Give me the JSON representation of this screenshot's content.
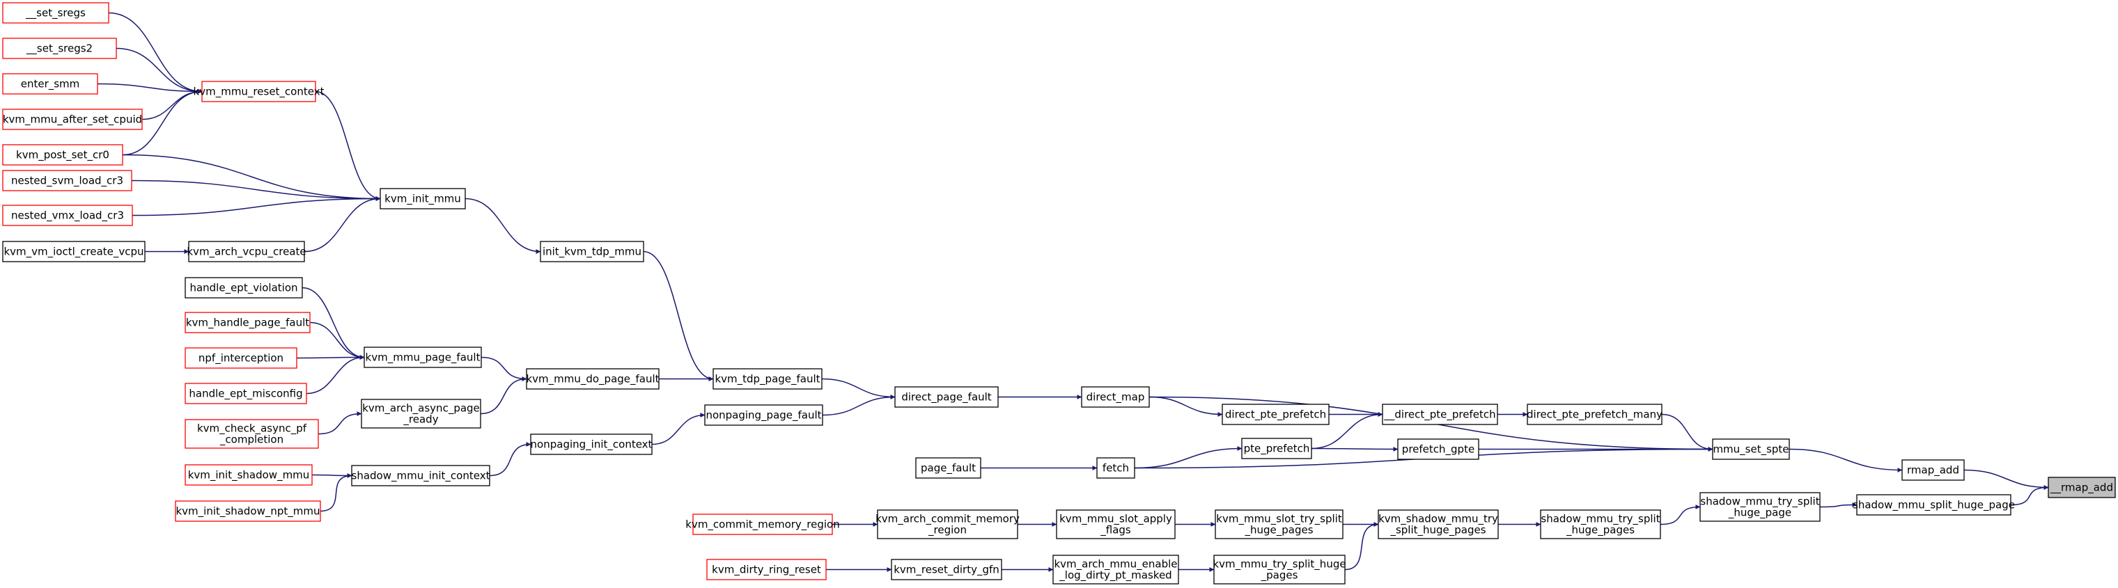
{
  "colors": {
    "edge": "#191970",
    "node_border": "#000000",
    "external_border": "#ff0000",
    "focus_fill": "#bfbfbf",
    "node_fill": "#ffffff"
  },
  "nodes": [
    {
      "id": "n_set_sregs",
      "lines": [
        "__set_sregs"
      ],
      "style": "external"
    },
    {
      "id": "n_set_sregs2",
      "lines": [
        "__set_sregs2"
      ],
      "style": "external"
    },
    {
      "id": "n_enter_smm",
      "lines": [
        "enter_smm"
      ],
      "style": "external"
    },
    {
      "id": "n_kvm_mmu_after_set_cpuid",
      "lines": [
        "kvm_mmu_after_set_cpuid"
      ],
      "style": "external"
    },
    {
      "id": "n_kvm_post_set_cr0",
      "lines": [
        "kvm_post_set_cr0"
      ],
      "style": "external"
    },
    {
      "id": "n_nested_svm_load_cr3",
      "lines": [
        "nested_svm_load_cr3"
      ],
      "style": "external"
    },
    {
      "id": "n_nested_vmx_load_cr3",
      "lines": [
        "nested_vmx_load_cr3"
      ],
      "style": "external"
    },
    {
      "id": "n_kvm_vm_ioctl_create_vcpu",
      "lines": [
        "kvm_vm_ioctl_create_vcpu"
      ],
      "style": "normal"
    },
    {
      "id": "n_handle_ept_violation",
      "lines": [
        "handle_ept_violation"
      ],
      "style": "normal"
    },
    {
      "id": "n_kvm_handle_page_fault",
      "lines": [
        "kvm_handle_page_fault"
      ],
      "style": "external"
    },
    {
      "id": "n_npf_interception",
      "lines": [
        "npf_interception"
      ],
      "style": "external"
    },
    {
      "id": "n_handle_ept_misconfig",
      "lines": [
        "handle_ept_misconfig"
      ],
      "style": "external"
    },
    {
      "id": "n_kvm_check_async_pf_completion",
      "lines": [
        "kvm_check_async_pf",
        "_completion"
      ],
      "style": "external"
    },
    {
      "id": "n_kvm_init_shadow_mmu",
      "lines": [
        "kvm_init_shadow_mmu"
      ],
      "style": "external"
    },
    {
      "id": "n_kvm_init_shadow_npt_mmu",
      "lines": [
        "kvm_init_shadow_npt_mmu"
      ],
      "style": "external"
    },
    {
      "id": "n_kvm_mmu_reset_context",
      "lines": [
        "kvm_mmu_reset_context"
      ],
      "style": "external"
    },
    {
      "id": "n_kvm_init_mmu",
      "lines": [
        "kvm_init_mmu"
      ],
      "style": "normal"
    },
    {
      "id": "n_kvm_arch_vcpu_create",
      "lines": [
        "kvm_arch_vcpu_create"
      ],
      "style": "normal"
    },
    {
      "id": "n_kvm_mmu_page_fault",
      "lines": [
        "kvm_mmu_page_fault"
      ],
      "style": "normal"
    },
    {
      "id": "n_kvm_arch_async_page_ready",
      "lines": [
        "kvm_arch_async_page",
        "_ready"
      ],
      "style": "normal"
    },
    {
      "id": "n_shadow_mmu_init_context",
      "lines": [
        "shadow_mmu_init_context"
      ],
      "style": "normal"
    },
    {
      "id": "n_init_kvm_tdp_mmu",
      "lines": [
        "init_kvm_tdp_mmu"
      ],
      "style": "normal"
    },
    {
      "id": "n_kvm_mmu_do_page_fault",
      "lines": [
        "kvm_mmu_do_page_fault"
      ],
      "style": "normal"
    },
    {
      "id": "n_nonpaging_init_context",
      "lines": [
        "nonpaging_init_context"
      ],
      "style": "normal"
    },
    {
      "id": "n_kvm_tdp_page_fault",
      "lines": [
        "kvm_tdp_page_fault"
      ],
      "style": "normal"
    },
    {
      "id": "n_nonpaging_page_fault",
      "lines": [
        "nonpaging_page_fault"
      ],
      "style": "normal"
    },
    {
      "id": "n_direct_page_fault",
      "lines": [
        "direct_page_fault"
      ],
      "style": "normal"
    },
    {
      "id": "n_direct_map",
      "lines": [
        "direct_map"
      ],
      "style": "normal"
    },
    {
      "id": "n_page_fault",
      "lines": [
        "page_fault"
      ],
      "style": "normal"
    },
    {
      "id": "n_fetch",
      "lines": [
        "fetch"
      ],
      "style": "normal"
    },
    {
      "id": "n_direct_pte_prefetch",
      "lines": [
        "direct_pte_prefetch"
      ],
      "style": "normal"
    },
    {
      "id": "n_pte_prefetch",
      "lines": [
        "pte_prefetch"
      ],
      "style": "normal"
    },
    {
      "id": "n_direct_pte_prefetch2",
      "lines": [
        "__direct_pte_prefetch"
      ],
      "style": "normal"
    },
    {
      "id": "n_prefetch_gpte",
      "lines": [
        "prefetch_gpte"
      ],
      "style": "normal"
    },
    {
      "id": "n_direct_pte_prefetch_many",
      "lines": [
        "direct_pte_prefetch_many"
      ],
      "style": "normal"
    },
    {
      "id": "n_mmu_set_spte",
      "lines": [
        "mmu_set_spte"
      ],
      "style": "normal"
    },
    {
      "id": "n_rmap_add",
      "lines": [
        "rmap_add"
      ],
      "style": "normal"
    },
    {
      "id": "n_rmap_add2",
      "lines": [
        "__rmap_add"
      ],
      "style": "focus"
    },
    {
      "id": "n_kvm_commit_memory_region",
      "lines": [
        "kvm_commit_memory_region"
      ],
      "style": "external"
    },
    {
      "id": "n_kvm_arch_commit_memory_region",
      "lines": [
        "kvm_arch_commit_memory",
        "_region"
      ],
      "style": "normal"
    },
    {
      "id": "n_kvm_mmu_slot_apply_flags",
      "lines": [
        "kvm_mmu_slot_apply",
        "_flags"
      ],
      "style": "normal"
    },
    {
      "id": "n_kvm_mmu_slot_try_split_huge_pages",
      "lines": [
        "kvm_mmu_slot_try_split",
        "_huge_pages"
      ],
      "style": "normal"
    },
    {
      "id": "n_kvm_shadow_mmu_try_split_huge_pages",
      "lines": [
        "kvm_shadow_mmu_try",
        "_split_huge_pages"
      ],
      "style": "normal"
    },
    {
      "id": "n_shadow_mmu_try_split_huge_pages",
      "lines": [
        "shadow_mmu_try_split",
        "_huge_pages"
      ],
      "style": "normal"
    },
    {
      "id": "n_shadow_mmu_try_split_huge_page",
      "lines": [
        "shadow_mmu_try_split",
        "_huge_page"
      ],
      "style": "normal"
    },
    {
      "id": "n_shadow_mmu_split_huge_page",
      "lines": [
        "shadow_mmu_split_huge_page"
      ],
      "style": "normal"
    },
    {
      "id": "n_kvm_dirty_ring_reset",
      "lines": [
        "kvm_dirty_ring_reset"
      ],
      "style": "external"
    },
    {
      "id": "n_kvm_reset_dirty_gfn",
      "lines": [
        "kvm_reset_dirty_gfn"
      ],
      "style": "normal"
    },
    {
      "id": "n_kvm_arch_mmu_enable_log_dirty_pt_masked",
      "lines": [
        "kvm_arch_mmu_enable",
        "_log_dirty_pt_masked"
      ],
      "style": "normal"
    },
    {
      "id": "n_kvm_mmu_try_split_huge_pages",
      "lines": [
        "kvm_mmu_try_split_huge",
        "_pages"
      ],
      "style": "normal"
    }
  ],
  "edges": [
    {
      "from": "n_set_sregs",
      "to": "n_kvm_mmu_reset_context"
    },
    {
      "from": "n_set_sregs2",
      "to": "n_kvm_mmu_reset_context"
    },
    {
      "from": "n_enter_smm",
      "to": "n_kvm_mmu_reset_context"
    },
    {
      "from": "n_kvm_mmu_after_set_cpuid",
      "to": "n_kvm_mmu_reset_context"
    },
    {
      "from": "n_kvm_post_set_cr0",
      "to": "n_kvm_mmu_reset_context"
    },
    {
      "from": "n_kvm_post_set_cr0",
      "to": "n_kvm_init_mmu"
    },
    {
      "from": "n_kvm_mmu_reset_context",
      "to": "n_kvm_init_mmu"
    },
    {
      "from": "n_nested_svm_load_cr3",
      "to": "n_kvm_init_mmu"
    },
    {
      "from": "n_nested_vmx_load_cr3",
      "to": "n_kvm_init_mmu"
    },
    {
      "from": "n_kvm_vm_ioctl_create_vcpu",
      "to": "n_kvm_arch_vcpu_create"
    },
    {
      "from": "n_kvm_arch_vcpu_create",
      "to": "n_kvm_init_mmu"
    },
    {
      "from": "n_kvm_init_mmu",
      "to": "n_init_kvm_tdp_mmu"
    },
    {
      "from": "n_handle_ept_violation",
      "to": "n_kvm_mmu_page_fault"
    },
    {
      "from": "n_kvm_handle_page_fault",
      "to": "n_kvm_mmu_page_fault"
    },
    {
      "from": "n_npf_interception",
      "to": "n_kvm_mmu_page_fault"
    },
    {
      "from": "n_handle_ept_misconfig",
      "to": "n_kvm_mmu_page_fault"
    },
    {
      "from": "n_kvm_mmu_page_fault",
      "to": "n_kvm_mmu_do_page_fault"
    },
    {
      "from": "n_kvm_check_async_pf_completion",
      "to": "n_kvm_arch_async_page_ready"
    },
    {
      "from": "n_kvm_arch_async_page_ready",
      "to": "n_kvm_mmu_do_page_fault"
    },
    {
      "from": "n_kvm_init_shadow_mmu",
      "to": "n_shadow_mmu_init_context"
    },
    {
      "from": "n_kvm_init_shadow_npt_mmu",
      "to": "n_shadow_mmu_init_context"
    },
    {
      "from": "n_shadow_mmu_init_context",
      "to": "n_nonpaging_init_context"
    },
    {
      "from": "n_init_kvm_tdp_mmu",
      "to": "n_kvm_tdp_page_fault"
    },
    {
      "from": "n_kvm_mmu_do_page_fault",
      "to": "n_kvm_tdp_page_fault"
    },
    {
      "from": "n_nonpaging_init_context",
      "to": "n_nonpaging_page_fault"
    },
    {
      "from": "n_kvm_tdp_page_fault",
      "to": "n_direct_page_fault"
    },
    {
      "from": "n_nonpaging_page_fault",
      "to": "n_direct_page_fault"
    },
    {
      "from": "n_direct_page_fault",
      "to": "n_direct_map"
    },
    {
      "from": "n_direct_map",
      "to": "n_direct_pte_prefetch"
    },
    {
      "from": "n_direct_map",
      "to": "n_mmu_set_spte"
    },
    {
      "from": "n_direct_pte_prefetch",
      "to": "n_direct_pte_prefetch2"
    },
    {
      "from": "n_page_fault",
      "to": "n_fetch"
    },
    {
      "from": "n_fetch",
      "to": "n_pte_prefetch"
    },
    {
      "from": "n_fetch",
      "to": "n_mmu_set_spte"
    },
    {
      "from": "n_pte_prefetch",
      "to": "n_direct_pte_prefetch2"
    },
    {
      "from": "n_pte_prefetch",
      "to": "n_prefetch_gpte"
    },
    {
      "from": "n_direct_pte_prefetch2",
      "to": "n_direct_pte_prefetch_many"
    },
    {
      "from": "n_direct_pte_prefetch_many",
      "to": "n_mmu_set_spte"
    },
    {
      "from": "n_prefetch_gpte",
      "to": "n_mmu_set_spte"
    },
    {
      "from": "n_mmu_set_spte",
      "to": "n_rmap_add"
    },
    {
      "from": "n_rmap_add",
      "to": "n_rmap_add2"
    },
    {
      "from": "n_shadow_mmu_split_huge_page",
      "to": "n_rmap_add2"
    },
    {
      "from": "n_shadow_mmu_try_split_huge_page",
      "to": "n_shadow_mmu_split_huge_page"
    },
    {
      "from": "n_shadow_mmu_try_split_huge_pages",
      "to": "n_shadow_mmu_try_split_huge_page"
    },
    {
      "from": "n_kvm_shadow_mmu_try_split_huge_pages",
      "to": "n_shadow_mmu_try_split_huge_pages"
    },
    {
      "from": "n_kvm_mmu_slot_try_split_huge_pages",
      "to": "n_kvm_shadow_mmu_try_split_huge_pages"
    },
    {
      "from": "n_kvm_mmu_try_split_huge_pages",
      "to": "n_kvm_shadow_mmu_try_split_huge_pages"
    },
    {
      "from": "n_kvm_mmu_slot_apply_flags",
      "to": "n_kvm_mmu_slot_try_split_huge_pages"
    },
    {
      "from": "n_kvm_arch_commit_memory_region",
      "to": "n_kvm_mmu_slot_apply_flags"
    },
    {
      "from": "n_kvm_commit_memory_region",
      "to": "n_kvm_arch_commit_memory_region"
    },
    {
      "from": "n_kvm_arch_mmu_enable_log_dirty_pt_masked",
      "to": "n_kvm_mmu_try_split_huge_pages"
    },
    {
      "from": "n_kvm_reset_dirty_gfn",
      "to": "n_kvm_arch_mmu_enable_log_dirty_pt_masked"
    },
    {
      "from": "n_kvm_dirty_ring_reset",
      "to": "n_kvm_reset_dirty_gfn"
    }
  ]
}
